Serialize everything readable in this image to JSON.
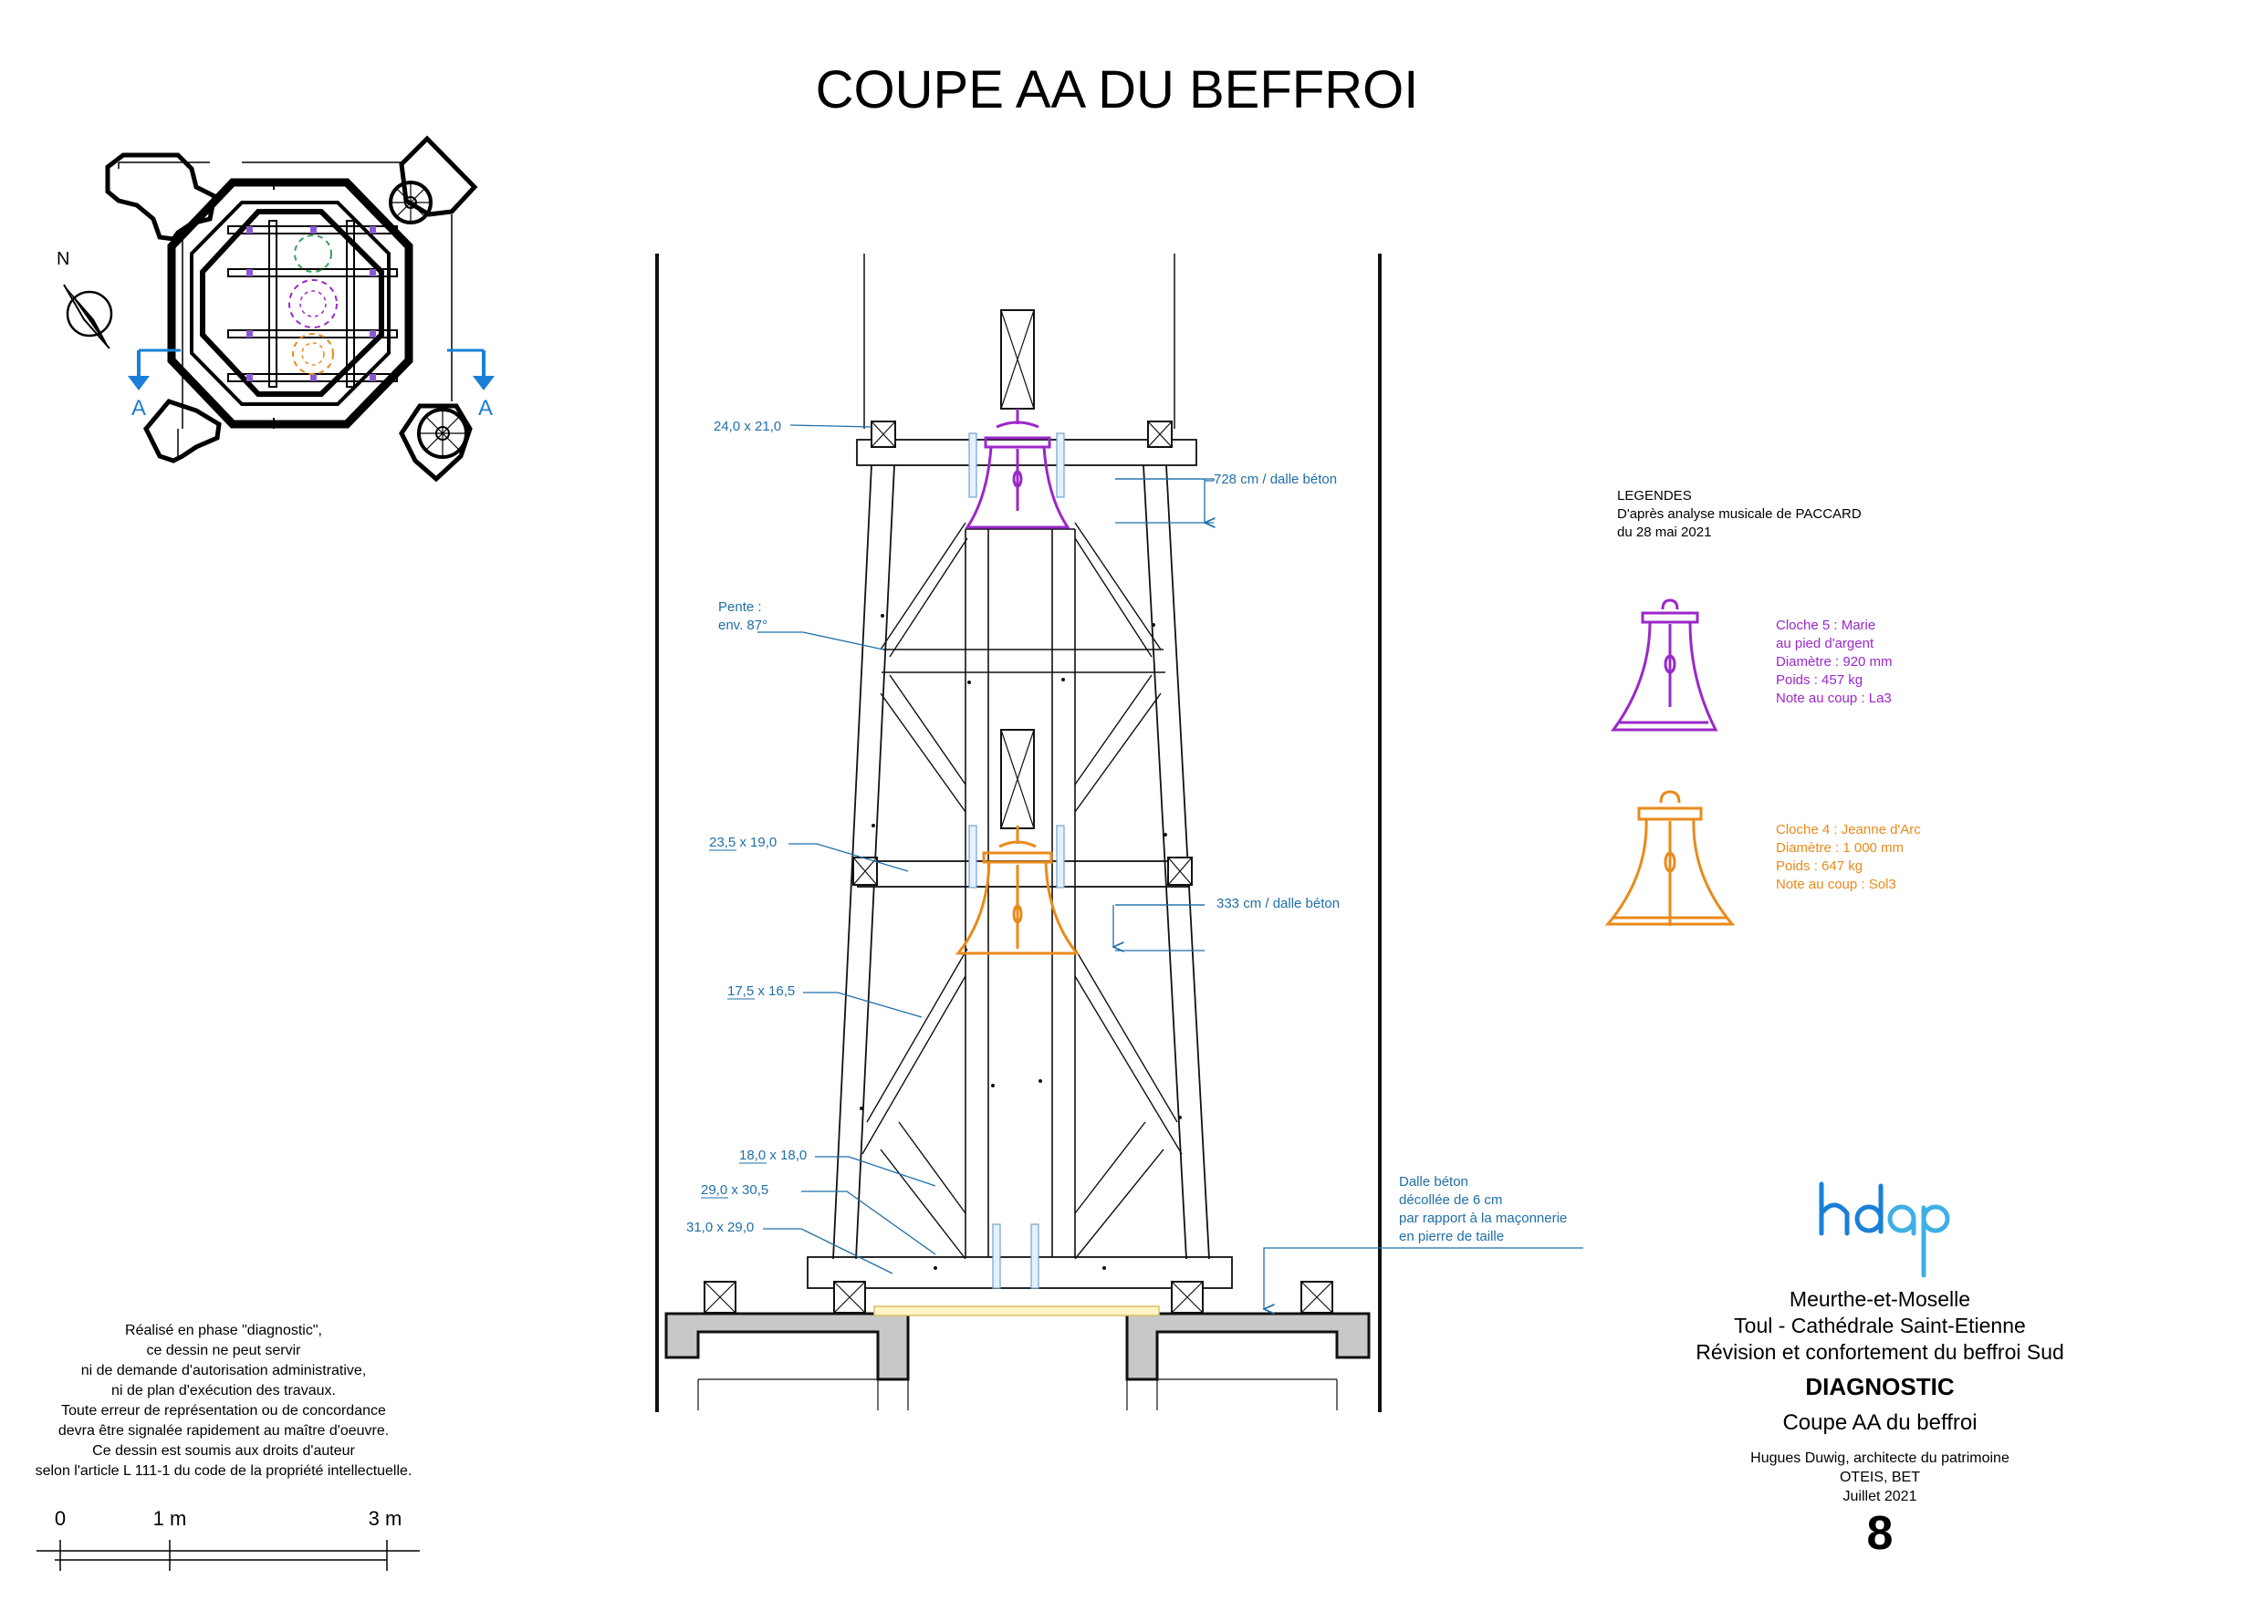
{
  "sheet_title": "COUPE AA DU BEFFROI",
  "plan": {
    "north_label": "N",
    "section_mark_left": "A",
    "section_mark_right": "A"
  },
  "dimensions": {
    "d1": "24,0 x 21,0",
    "d2": "23,5 x 19,0",
    "d3": "17,5 x 16,5",
    "d4": "18,0 x 18,0",
    "d5": "29,0 x 30,5",
    "d6": "31,0 x 29,0",
    "slope_line1": "Pente :",
    "slope_line2": "env. 87°",
    "level_upper": "728 cm / dalle béton",
    "level_lower": "333 cm / dalle béton",
    "slab_note": [
      "Dalle béton",
      "décollée de 6 cm",
      "par rapport à la maçonnerie",
      "en pierre de taille"
    ]
  },
  "legend": {
    "title": "LEGENDES",
    "subtitle1": "D'après analyse musicale de PACCARD",
    "subtitle2": "du 28 mai 2021",
    "bell5": [
      "Cloche 5 : Marie",
      "au pied d'argent",
      "Diamètre : 920 mm",
      "Poids : 457 kg",
      "Note au coup : La3"
    ],
    "bell4": [
      "Cloche 4 : Jeanne d'Arc",
      "Diamètre : 1 000 mm",
      "Poids : 647 kg",
      "Note au coup : Sol3"
    ]
  },
  "disclaimer": [
    "Réalisé en phase \"diagnostic\",",
    "ce dessin ne peut servir",
    "ni de demande d'autorisation administrative,",
    "ni de plan d'exécution des travaux.",
    "Toute erreur de représentation ou de concordance",
    "devra être signalée rapidement au maître d'oeuvre.",
    "Ce dessin est soumis aux droits d'auteur",
    "selon l'article L 111-1 du code de la propriété intellectuelle."
  ],
  "scale": {
    "l0": "0",
    "l1": "1 m",
    "l3": "3 m"
  },
  "title_block": {
    "logo": "hdap",
    "dept": "Meurthe-et-Moselle",
    "site": "Toul - Cathédrale Saint-Etienne",
    "project": "Révision et confortement du beffroi Sud",
    "phase": "DIAGNOSTIC",
    "sheet": "Coupe AA du beffroi",
    "author": "Hugues Duwig, architecte du patrimoine",
    "bet": "OTEIS, BET",
    "date": "Juillet 2021",
    "number": "8"
  },
  "colors": {
    "annotation_blue": "#1f6fa8",
    "bell5_purple": "#9b27c9",
    "bell4_orange": "#e98a1a",
    "section_blue": "#1a7fd8"
  }
}
